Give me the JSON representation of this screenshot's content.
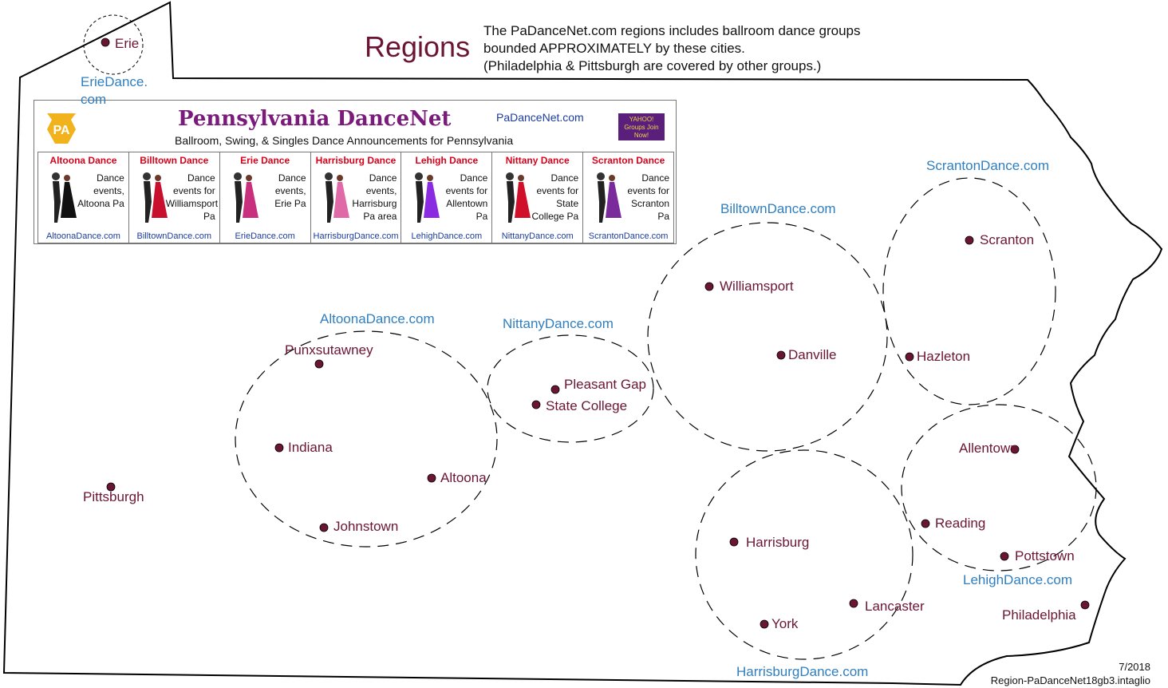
{
  "title": "Regions",
  "description": [
    "The PaDanceNet.com regions includes ballroom dance groups",
    "bounded APPROXIMATELY by these cities.",
    "(Philadelphia & Pittsburgh are covered by other groups.)"
  ],
  "footer": {
    "date": "7/2018",
    "file": "Region-PaDanceNet18gb3.intaglio"
  },
  "colors": {
    "city": "#6b1535",
    "region_label": "#2f7fc0",
    "dot": "#6b1535",
    "outline": "#000000"
  },
  "cities": [
    {
      "id": "erie",
      "name": "Erie"
    },
    {
      "id": "punxsutawney",
      "name": "Punxsutawney"
    },
    {
      "id": "indiana",
      "name": "Indiana"
    },
    {
      "id": "altoona",
      "name": "Altoona"
    },
    {
      "id": "johnstown",
      "name": "Johnstown"
    },
    {
      "id": "pittsburgh",
      "name": "Pittsburgh"
    },
    {
      "id": "pleasant-gap",
      "name": "Pleasant Gap"
    },
    {
      "id": "state-college",
      "name": "State College"
    },
    {
      "id": "williamsport",
      "name": "Williamsport"
    },
    {
      "id": "danville",
      "name": "Danville"
    },
    {
      "id": "scranton",
      "name": "Scranton"
    },
    {
      "id": "hazleton",
      "name": "Hazleton"
    },
    {
      "id": "allentown",
      "name": "Allentown"
    },
    {
      "id": "reading",
      "name": "Reading"
    },
    {
      "id": "pottstown",
      "name": "Pottstown"
    },
    {
      "id": "harrisburg",
      "name": "Harrisburg"
    },
    {
      "id": "lancaster",
      "name": "Lancaster"
    },
    {
      "id": "york",
      "name": "York"
    },
    {
      "id": "philadelphia",
      "name": "Philadelphia"
    }
  ],
  "regions": [
    {
      "id": "erie",
      "label": "ErieDance.\ncom"
    },
    {
      "id": "altoona",
      "label": "AltoonaDance.com"
    },
    {
      "id": "nittany",
      "label": "NittanyDance.com"
    },
    {
      "id": "billtown",
      "label": "BilltownDance.com"
    },
    {
      "id": "scranton",
      "label": "ScrantonDance.com"
    },
    {
      "id": "lehigh",
      "label": "LehighDance.com"
    },
    {
      "id": "harrisburg",
      "label": "HarrisburgDance.com"
    }
  ],
  "banner": {
    "logo": "PA",
    "title": "Pennsylvania DanceNet",
    "subtitle": "Ballroom, Swing, & Singles Dance  Announcements for  Pennsylvania",
    "site": "PaDanceNet.com",
    "yahoo": "YAHOO! Groups Join Now!",
    "tiles": [
      {
        "name": "Altoona Dance",
        "desc": "Dance events, Altoona Pa",
        "site": "AltoonaDance.com",
        "color": "#111111"
      },
      {
        "name": "Billtown Dance",
        "desc": "Dance events for Williamsport Pa",
        "site": "BilltownDance.com",
        "color": "#c8102e"
      },
      {
        "name": "Erie Dance",
        "desc": "Dance events, Erie Pa",
        "site": "ErieDance.com",
        "color": "#c8307e"
      },
      {
        "name": "Harrisburg Dance",
        "desc": "Dance events, Harrisburg Pa area",
        "site": "HarrisburgDance.com",
        "color": "#e06aa8"
      },
      {
        "name": "Lehigh Dance",
        "desc": "Dance events for Allentown Pa",
        "site": "LehighDance.com",
        "color": "#8a2be2"
      },
      {
        "name": "Nittany Dance",
        "desc": "Dance events for State College Pa",
        "site": "NittanyDance.com",
        "color": "#d0102a"
      },
      {
        "name": "Scranton Dance",
        "desc": "Dance events for Scranton Pa",
        "site": "ScrantonDance.com",
        "color": "#7a2a9a"
      }
    ]
  }
}
